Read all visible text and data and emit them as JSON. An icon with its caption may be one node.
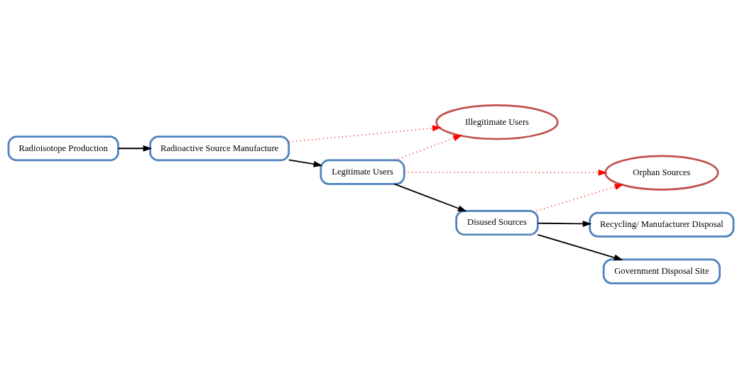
{
  "diagram": {
    "nodes": [
      {
        "text": [
          "Radioisotope Production"
        ]
      },
      {
        "text": [
          "Radioactive Source Manufacture"
        ]
      },
      {
        "text": [
          "Illegitimate Users"
        ]
      },
      {
        "text": [
          "Legitimate Users"
        ]
      },
      {
        "text": [
          "Orphan Sources"
        ]
      },
      {
        "text": [
          "Disused Sources"
        ]
      },
      {
        "text": [
          "Recycling/ Manufacturer Disposal"
        ]
      },
      {
        "text": [
          "Government Disposal Site"
        ]
      }
    ],
    "edges": [
      {
        "from": 0,
        "to": 1,
        "arrow": "to"
      },
      {
        "from": 1,
        "to": 3,
        "arrow": "to"
      },
      {
        "from": 1,
        "to": 2,
        "arrow": "to",
        "style": "dashed",
        "color": "#ff0000"
      },
      {
        "from": 3,
        "to": 2,
        "arrow": "to",
        "style": "dashed",
        "color": "#ff0000"
      },
      {
        "from": 3,
        "to": 4,
        "arrow": "to",
        "style": "dashed",
        "color": "#ff0000"
      },
      {
        "from": 3,
        "to": 5,
        "arrow": "to"
      },
      {
        "from": 5,
        "to": 4,
        "arrow": "to",
        "style": "dashed",
        "color": "#ff0000"
      },
      {
        "from": 5,
        "to": 6,
        "arrow": "to"
      },
      {
        "from": 5,
        "to": 7,
        "arrow": "to"
      }
    ]
  }
}
